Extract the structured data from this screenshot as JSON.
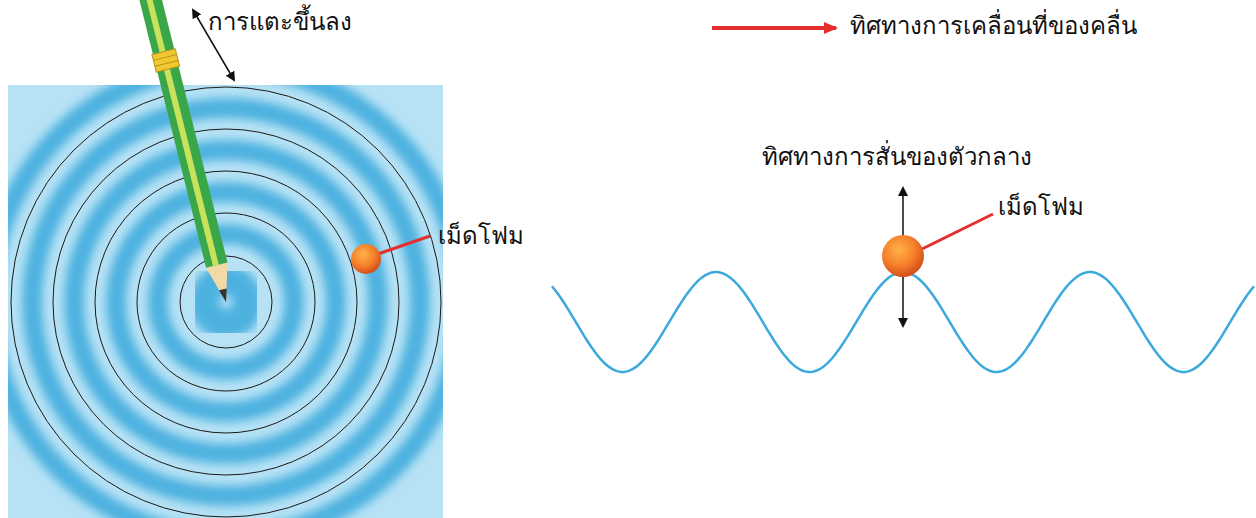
{
  "diagram": {
    "labels": [
      "การแตะขึ้นลง",
      "เม็ดโฟม",
      "ทิศทางการสั่นของตัวกลาง",
      "เม็ดโฟม"
    ],
    "legend": [
      {
        "text": "ทิศทางการเคลื่อนที่ของคลื่น"
      }
    ]
  }
}
